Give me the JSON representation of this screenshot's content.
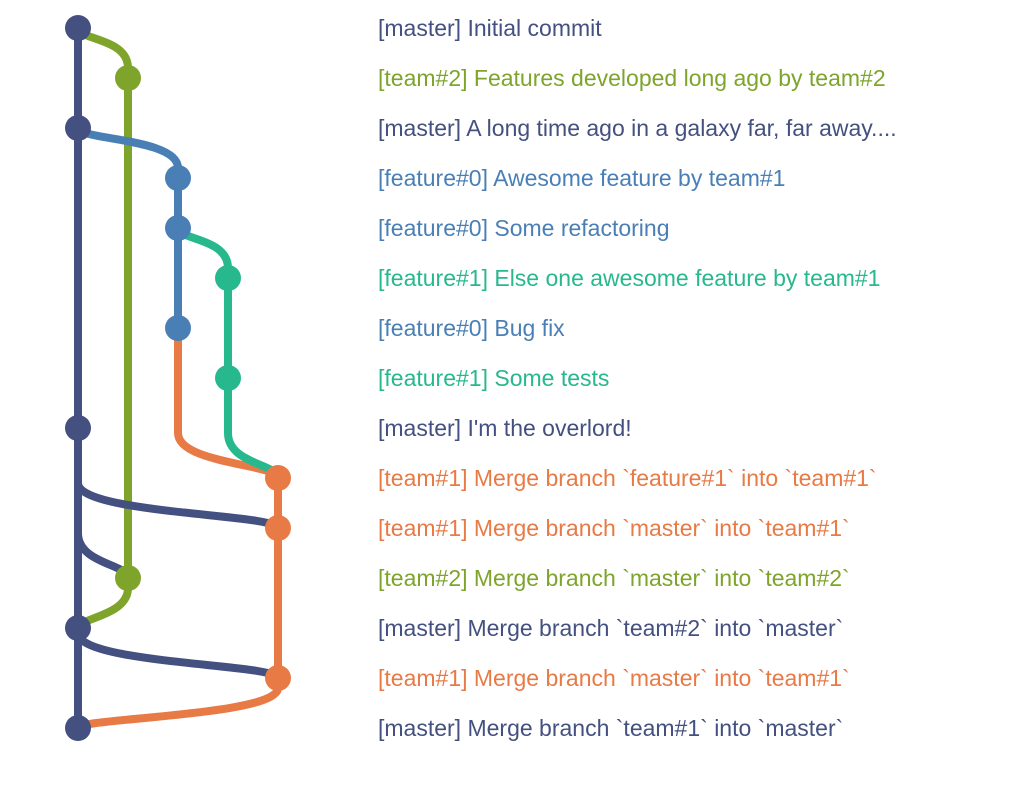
{
  "branches": {
    "master": {
      "color": "#445080"
    },
    "team#2": {
      "color": "#7ea42c"
    },
    "feature#0": {
      "color": "#4a7fb6"
    },
    "feature#1": {
      "color": "#28b88e"
    },
    "team#1": {
      "color": "#e87a46"
    }
  },
  "commits": [
    {
      "branch": "master",
      "label": "[master]",
      "message": "Initial commit"
    },
    {
      "branch": "team#2",
      "label": "[team#2]",
      "message": "Features developed long ago by team#2"
    },
    {
      "branch": "master",
      "label": "[master]",
      "message": "A long time ago in a galaxy far, far away...."
    },
    {
      "branch": "feature#0",
      "label": "[feature#0]",
      "message": "Awesome feature by team#1"
    },
    {
      "branch": "feature#0",
      "label": "[feature#0]",
      "message": "Some refactoring"
    },
    {
      "branch": "feature#1",
      "label": "[feature#1]",
      "message": "Else one awesome feature by team#1"
    },
    {
      "branch": "feature#0",
      "label": "[feature#0]",
      "message": "Bug fix"
    },
    {
      "branch": "feature#1",
      "label": "[feature#1]",
      "message": "Some tests"
    },
    {
      "branch": "master",
      "label": "[master]",
      "message": "I'm the overlord!"
    },
    {
      "branch": "team#1",
      "label": "[team#1]",
      "message": "Merge branch `feature#1` into `team#1`"
    },
    {
      "branch": "team#1",
      "label": "[team#1]",
      "message": "Merge branch `master` into `team#1`"
    },
    {
      "branch": "team#2",
      "label": "[team#2]",
      "message": "Merge branch `master` into `team#2`"
    },
    {
      "branch": "master",
      "label": "[master]",
      "message": "Merge branch `team#2` into `master`"
    },
    {
      "branch": "team#1",
      "label": "[team#1]",
      "message": "Merge branch `master` into `team#1`"
    },
    {
      "branch": "master",
      "label": "[master]",
      "message": "Merge branch `team#1` into `master`"
    }
  ],
  "edges": [
    {
      "from": 0,
      "to": 1,
      "branch": "team#2"
    },
    {
      "from": 1,
      "to": 11,
      "branch": "team#2"
    },
    {
      "from": 0,
      "to": 2,
      "branch": "master"
    },
    {
      "from": 2,
      "to": 3,
      "branch": "feature#0"
    },
    {
      "from": 3,
      "to": 4,
      "branch": "feature#0"
    },
    {
      "from": 4,
      "to": 5,
      "branch": "feature#1"
    },
    {
      "from": 4,
      "to": 6,
      "branch": "feature#0"
    },
    {
      "from": 5,
      "to": 7,
      "branch": "feature#1"
    },
    {
      "from": 6,
      "to": 9,
      "branch": "team#1"
    },
    {
      "from": 7,
      "to": 9,
      "branch": "feature#1"
    },
    {
      "from": 2,
      "to": 8,
      "branch": "master"
    },
    {
      "from": 8,
      "to": 10,
      "branch": "master"
    },
    {
      "from": 9,
      "to": 10,
      "branch": "team#1"
    },
    {
      "from": 8,
      "to": 11,
      "branch": "master"
    },
    {
      "from": 8,
      "to": 12,
      "branch": "master"
    },
    {
      "from": 11,
      "to": 12,
      "branch": "team#2"
    },
    {
      "from": 10,
      "to": 13,
      "branch": "team#1"
    },
    {
      "from": 12,
      "to": 13,
      "branch": "master"
    },
    {
      "from": 12,
      "to": 14,
      "branch": "master"
    },
    {
      "from": 13,
      "to": 14,
      "branch": "team#1"
    }
  ]
}
